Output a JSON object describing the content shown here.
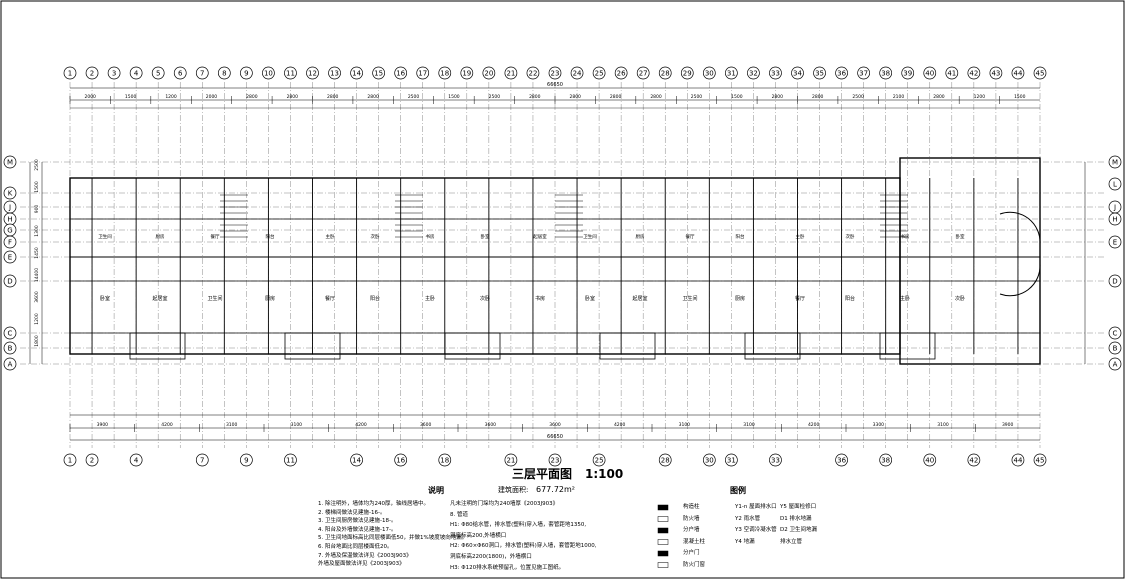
{
  "drawing_title": "三层平面图",
  "scale": "1:100",
  "total_dim": "66650",
  "area_label": "建筑面积:",
  "area_value": "677.72m²",
  "notes_heading": "说明",
  "legend_heading": "图例",
  "axis_top": [
    "1",
    "2",
    "3",
    "4",
    "5",
    "6",
    "7",
    "8",
    "9",
    "10",
    "11",
    "12",
    "13",
    "14",
    "15",
    "16",
    "17",
    "18",
    "19",
    "20",
    "21",
    "22",
    "23",
    "24",
    "25",
    "26",
    "27",
    "28",
    "29",
    "30",
    "31",
    "32",
    "33",
    "34",
    "35",
    "36",
    "37",
    "38",
    "39",
    "40",
    "41",
    "42",
    "43",
    "44",
    "45"
  ],
  "axis_bottom": [
    "1",
    "2",
    "4",
    "7",
    "9",
    "11",
    "14",
    "16",
    "18",
    "21",
    "23",
    "25",
    "28",
    "30",
    "31",
    "33",
    "36",
    "38",
    "40",
    "42",
    "44",
    "45"
  ],
  "axis_left": [
    "M",
    "K",
    "J",
    "H",
    "G",
    "F",
    "E",
    "D",
    "C",
    "B",
    "A"
  ],
  "axis_right": [
    "M",
    "L",
    "J",
    "H",
    "E",
    "D",
    "C",
    "B",
    "A"
  ],
  "dims_top_row": [
    "2000",
    "1500",
    "1200",
    "2000",
    "2800",
    "2800",
    "2800",
    "2800",
    "2500",
    "1500",
    "2500",
    "2800",
    "2800",
    "2800",
    "2800",
    "2500",
    "1500",
    "2800",
    "2800",
    "2500",
    "2100",
    "2800",
    "1200",
    "1500"
  ],
  "dims_bottom_row": [
    "3900",
    "4200",
    "3100",
    "3100",
    "4200",
    "3600",
    "3600",
    "3600",
    "4200",
    "3100",
    "3100",
    "4200",
    "3300",
    "3100",
    "3900"
  ],
  "dims_left": [
    "2500",
    "1500",
    "900",
    "1300",
    "1450",
    "14400",
    "3600",
    "1200",
    "1800"
  ],
  "room_labels": [
    "卧室",
    "起居室",
    "卫生间",
    "厨房",
    "餐厅",
    "阳台",
    "主卧",
    "次卧",
    "书房"
  ],
  "notes_left": [
    "1. 除注明外，墙体均为240厚，轴线居墙中。",
    "2. 楼梯间做法见建施-16-。",
    "3. 卫生间厨房做法见建施-18-。",
    "4. 阳台及外墙做法见建施-17-。",
    "5. 卫生间地面标高比同层楼面低50，并做1%坡度坡向地漏。",
    "6. 阳台地面比同层楼面低20。",
    "7. 外墙及保温做法详见《2003J903》",
    "   外墙及屋面做法详见《2003J903》"
  ],
  "notes_right": [
    "凡未注明的门垛均为240墙厚《2003J903》",
    "8. 管道",
    "H1: Φ80给水管，排水管(塑料)穿入墙，套管距地1350,",
    "    洞底标高200,外墙横口",
    "H2: Φ60×Φ60洞口，排水管(塑料)穿入墙，套管距地1000,",
    "    洞底标高2200(1800)，外墙横口",
    "H3: Φ120排水系统预留孔，位置见施工图纸。"
  ],
  "legend_items": [
    "构造柱",
    "防火墙",
    "分户墙",
    "混凝土柱",
    "分户门",
    "防火门窗",
    "Y1-n 屋面排水口",
    "Y2 雨水管",
    "Y3 空调冷凝水管",
    "Y4 地漏",
    "Y5 屋面检修口",
    "D1 排水地漏",
    "D2 卫生间地漏",
    "排水立管"
  ]
}
